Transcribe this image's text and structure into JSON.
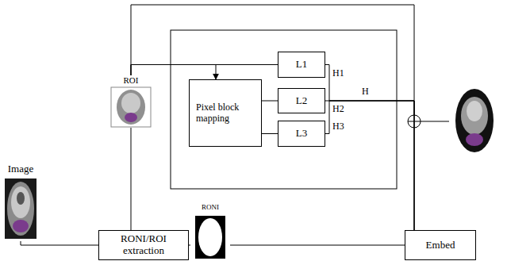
{
  "diagram": {
    "nodes": [
      {
        "text": [
          "Image"
        ]
      },
      {
        "text": [
          "RONI/ROI extraction"
        ]
      },
      {
        "text": [
          "ROI"
        ]
      },
      {
        "text": [
          "Pixel block mapping"
        ]
      },
      {
        "text": [
          "L1"
        ]
      },
      {
        "text": [
          "L2"
        ]
      },
      {
        "text": [
          "L3"
        ]
      },
      {
        "text": [
          "RONI"
        ]
      },
      {
        "text": [
          "Embed"
        ]
      }
    ],
    "edges": [
      {
        "from": 0,
        "to": 1,
        "arrow": "none"
      },
      {
        "from": 1,
        "to": 2,
        "arrow": "none"
      },
      {
        "from": 2,
        "to": 4,
        "arrow": "none"
      },
      {
        "from": 2,
        "to": 3,
        "arrow": "to"
      },
      {
        "from": 3,
        "to": 5,
        "arrow": "none"
      },
      {
        "from": 3,
        "to": 6,
        "arrow": "none"
      },
      {
        "from": 4,
        "to": 8,
        "arrow": "none"
      },
      {
        "from": 5,
        "to": 8,
        "arrow": "none"
      },
      {
        "from": 6,
        "to": 8,
        "arrow": "none"
      },
      {
        "from": 1,
        "to": 7,
        "arrow": "none"
      },
      {
        "from": 7,
        "to": 8,
        "arrow": "none"
      }
    ],
    "labels": [
      "H1",
      "H2",
      "H3",
      "H"
    ]
  }
}
